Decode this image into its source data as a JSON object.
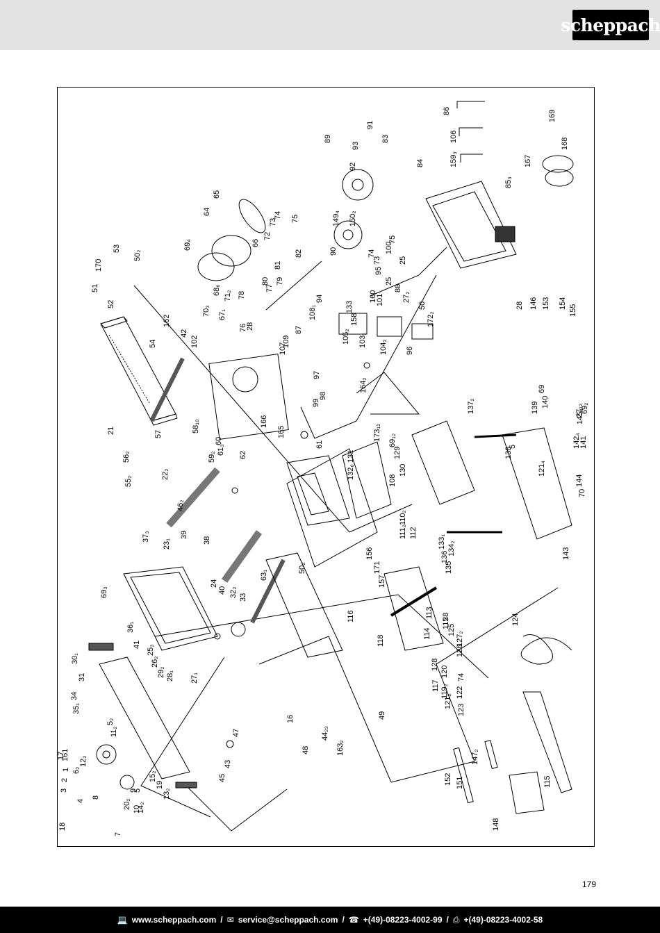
{
  "brand": {
    "logo_text": "scheppach"
  },
  "page": {
    "number": "179"
  },
  "footer": {
    "website_icon": "computer-icon",
    "website": "www.scheppach.com",
    "email_icon": "envelope-icon",
    "email": "service@scheppach.com",
    "phone_icon": "telephone-icon",
    "phone": "+(49)-08223-4002-99",
    "fax_icon": "fax-icon",
    "fax": "+(49)-08223-4002-58",
    "separator": "/"
  },
  "diagram": {
    "part_labels": [
      "170",
      "53",
      "50₂",
      "51",
      "52",
      "21",
      "162",
      "54",
      "42",
      "102",
      "56₂",
      "55₂",
      "57",
      "22₂",
      "58₁₀",
      "59₂",
      "60",
      "61₃",
      "62",
      "46₂",
      "37₃",
      "23₁",
      "39",
      "38",
      "69₃",
      "24",
      "40",
      "32₂",
      "33",
      "36₁",
      "41",
      "25₃",
      "26₂",
      "29₂",
      "28₁",
      "27₁",
      "30₁",
      "31",
      "34",
      "35₁",
      "17",
      "161",
      "5₂",
      "11₂",
      "1",
      "2",
      "6₂",
      "12₂",
      "3",
      "4",
      "8",
      "9",
      "5",
      "20₂",
      "10",
      "15₂",
      "19",
      "13₂",
      "14₂",
      "18",
      "7",
      "16",
      "47",
      "45",
      "43",
      "44₂₃",
      "48",
      "163₂",
      "49",
      "50₂",
      "63₁",
      "69₄",
      "64",
      "65",
      "66",
      "72",
      "73",
      "74",
      "75",
      "82",
      "81",
      "79",
      "80",
      "77",
      "78",
      "71₂",
      "68₆",
      "70₃",
      "67₁",
      "28",
      "76",
      "166",
      "165",
      "61",
      "107",
      "109",
      "87",
      "94",
      "108₁",
      "95",
      "25",
      "88",
      "25",
      "100",
      "73",
      "74",
      "75",
      "90",
      "89",
      "92",
      "93",
      "91",
      "83",
      "84",
      "85₃",
      "86",
      "106",
      "159₃",
      "169",
      "168",
      "167",
      "133",
      "158",
      "160",
      "101",
      "27₂",
      "50",
      "172₂",
      "105₂",
      "103₁",
      "104₂",
      "96",
      "97",
      "98",
      "99",
      "164₂",
      "173₁₂",
      "69₁₂",
      "129",
      "130",
      "131",
      "132₆",
      "108",
      "110₂",
      "111₂",
      "112",
      "133₁",
      "134₂",
      "135",
      "136",
      "137₂",
      "5",
      "138",
      "139",
      "69",
      "140",
      "69₂",
      "27₁₂",
      "145₄",
      "142₄",
      "121₄",
      "141",
      "144",
      "70",
      "143",
      "28",
      "146",
      "153",
      "154",
      "155",
      "156",
      "157",
      "171",
      "116",
      "118",
      "113",
      "114",
      "115",
      "28",
      "125",
      "126",
      "127₂",
      "128",
      "120",
      "117",
      "119₂",
      "121₂",
      "122",
      "123",
      "74",
      "124",
      "115",
      "152",
      "151",
      "147₂",
      "148",
      "149₄",
      "150₂"
    ]
  }
}
